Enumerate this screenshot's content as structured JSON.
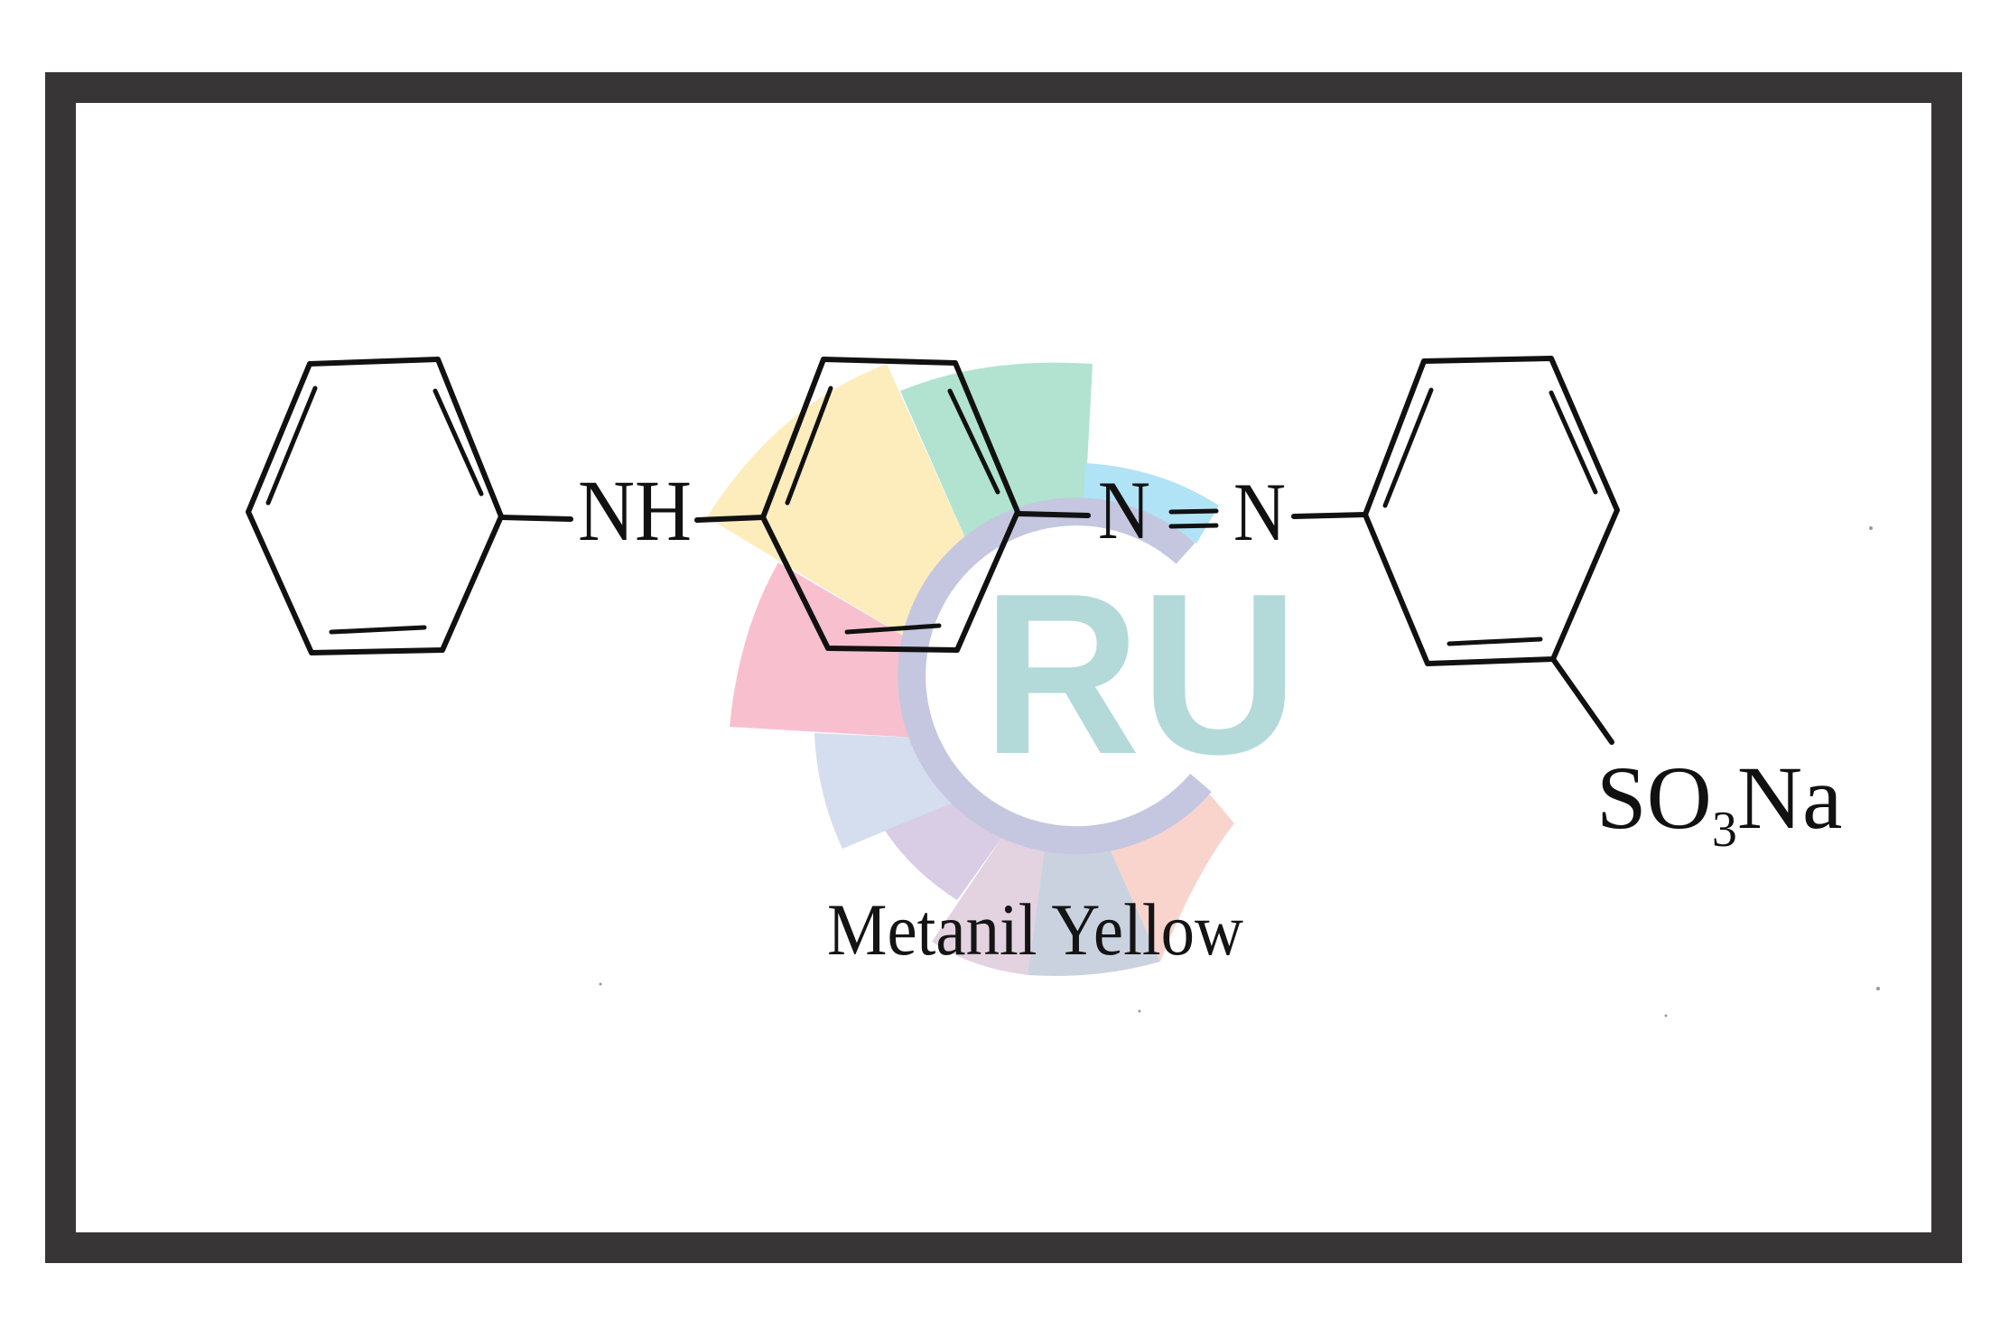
{
  "figure": {
    "title": "Metanil Yellow",
    "caption": "Metanil Yellow",
    "frame_color": "#373535",
    "background": "#ffffff"
  },
  "molecule": {
    "name": "Metanil Yellow",
    "labels": {
      "amine": "NH",
      "azo_n1": "N",
      "azo_double_bond": "=",
      "azo_n2": "N",
      "sulfonate_prefix": "SO",
      "sulfonate_subscript": "3",
      "sulfonate_suffix": "Na"
    },
    "rings": [
      {
        "id": "phenyl-left",
        "position": "left"
      },
      {
        "id": "phenylene-middle",
        "position": "middle"
      },
      {
        "id": "benzenesulfonate-right",
        "position": "right"
      }
    ],
    "bond_color": "#111111"
  },
  "watermark": {
    "text": "RU",
    "text_color": "#b3dad9",
    "ring_color": "#c5c7e0",
    "sector_colors": {
      "yellow": "#fdedbd",
      "green": "#b1e3d0",
      "blue": "#b0e3f5",
      "pink": "#f8c0cf",
      "light_blue": "#d4deee",
      "lavender": "#d9cde5",
      "mauve": "#e3d2df",
      "gray_blue": "#cbd2df",
      "salmon": "#f9d4cc"
    }
  }
}
